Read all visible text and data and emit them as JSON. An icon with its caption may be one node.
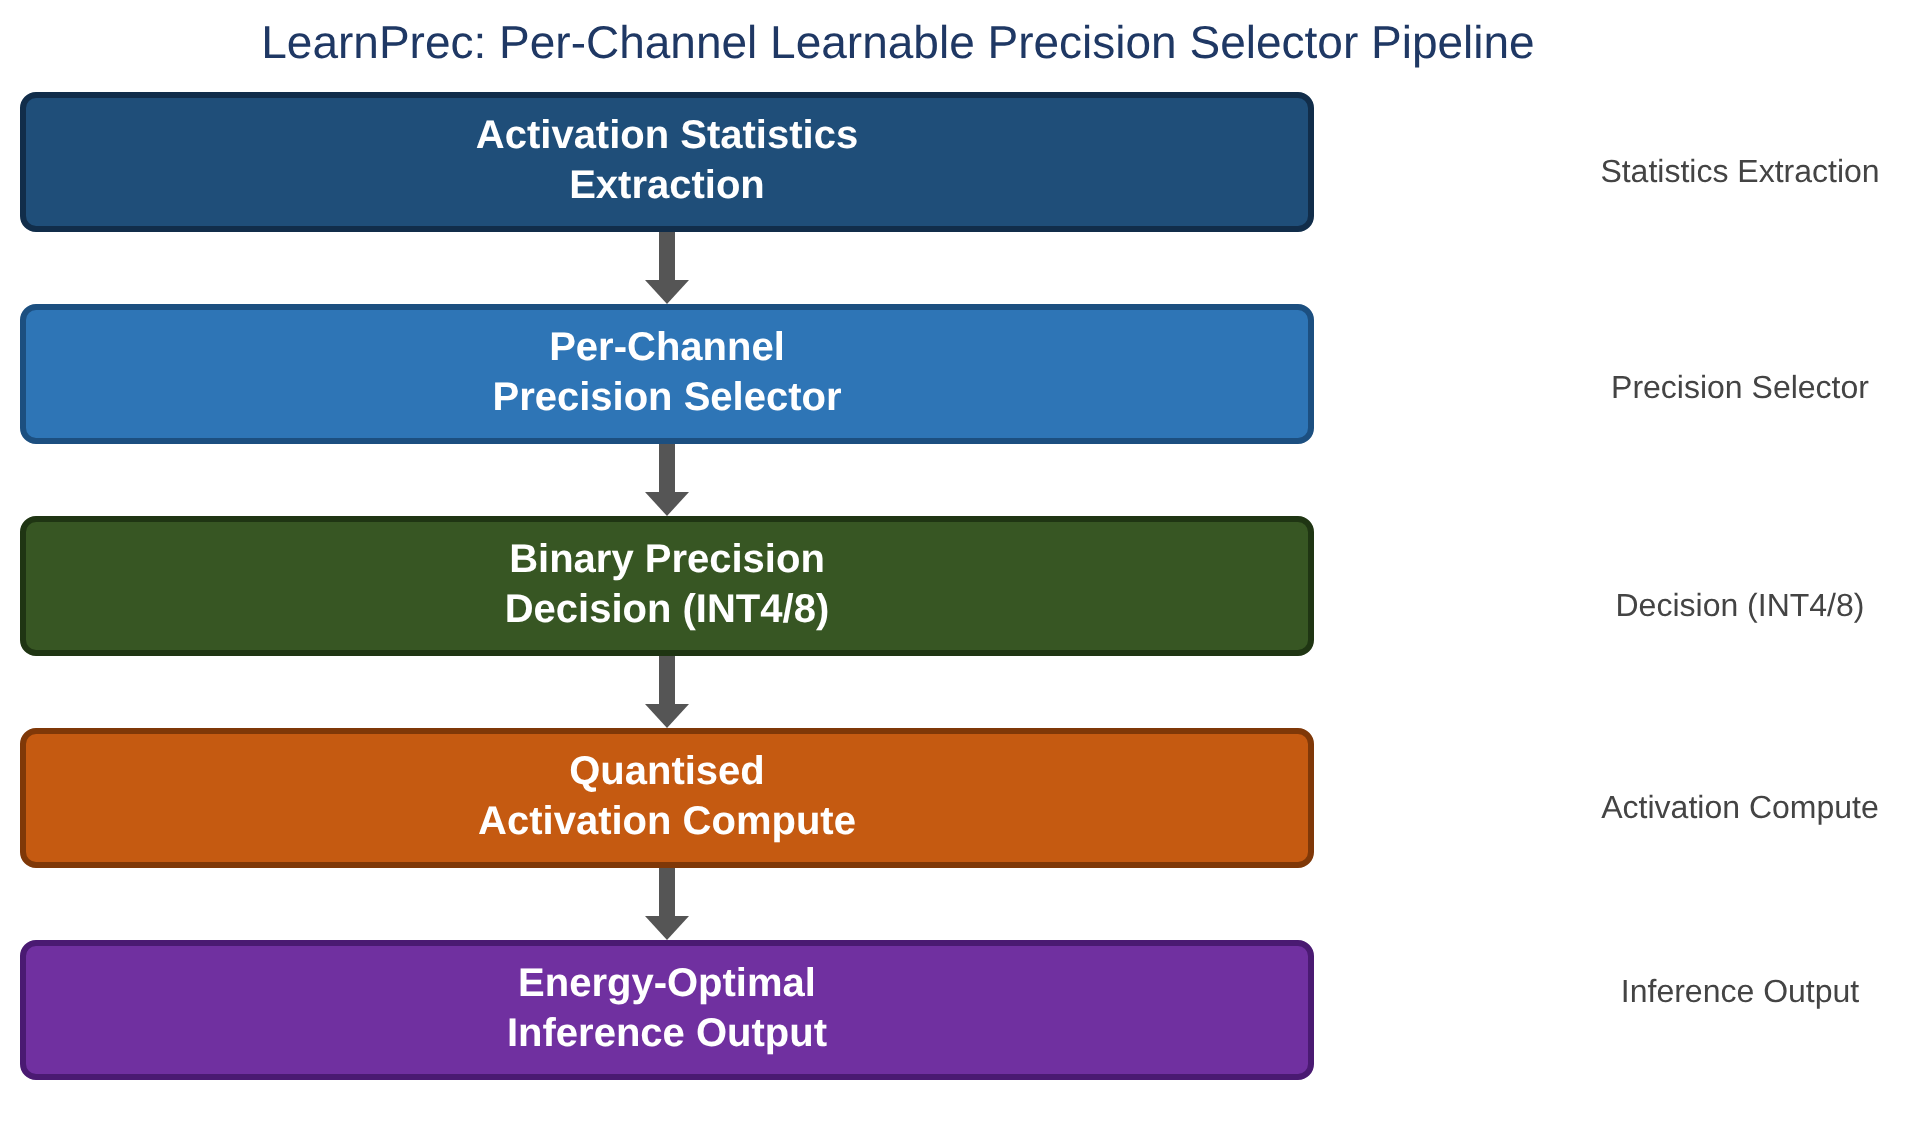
{
  "diagram": {
    "title": "LearnPrec: Per-Channel Learnable Precision Selector Pipeline",
    "nodes": [
      {
        "text": [
          "Activation Statistics Extraction"
        ]
      },
      {
        "text": [
          "Per-Channel Precision Selector"
        ]
      },
      {
        "text": [
          "Binary Precision Decision (INT4/8)"
        ]
      },
      {
        "text": [
          "Quantised Activation Compute"
        ]
      },
      {
        "text": [
          "Energy-Optimal Inference Output"
        ]
      }
    ],
    "edges": [
      {
        "from": 0,
        "to": 1,
        "arrow": "to"
      },
      {
        "from": 1,
        "to": 2,
        "arrow": "to"
      },
      {
        "from": 2,
        "to": 3,
        "arrow": "to"
      },
      {
        "from": 3,
        "to": 4,
        "arrow": "to"
      }
    ],
    "labels": [
      "Statistics Extraction",
      "Precision Selector",
      "Decision (INT4/8)",
      "Activation Compute",
      "Inference Output"
    ]
  }
}
